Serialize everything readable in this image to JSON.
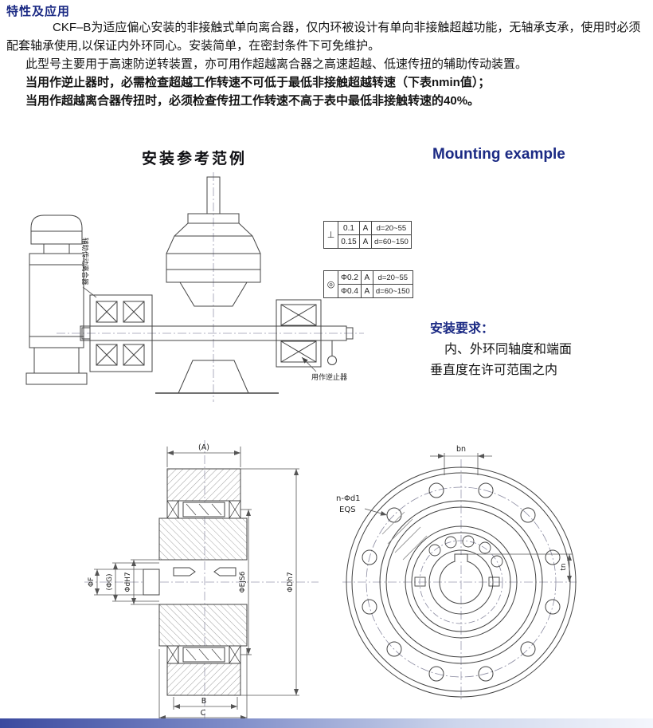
{
  "colors": {
    "accent": "#1b2a84",
    "body_text": "#141414",
    "drawing_line": "#444444",
    "footer_gradient_left": "#3b4a9f",
    "footer_gradient_right": "#f4f6fc"
  },
  "intro": {
    "title": "特性及应用",
    "paragraphs": [
      "CKF–B为适应偏心安装的非接触式单向离合器，仅内环被设计有单向非接触超越功能，无轴承支承，使用时必须配套轴承使用,以保证内外环同心。安装简单，在密封条件下可免维护。",
      "此型号主要用于高速防逆转装置，亦可用作超越离合器之高速超越、低速传扭的辅助传动装置。",
      "当用作逆止器时，必需检查超越工作转速不可低于最低非接触超越转速（下表nmin值）；",
      "当用作超越离合器传扭时，必须检查传扭工作转速不高于表中最低非接触转速的40%。"
    ]
  },
  "headings": {
    "cn": "安装参考范例",
    "en": "Mounting example"
  },
  "tolerance_frames": [
    {
      "symbol": "⊥",
      "rows": [
        {
          "value": "0.1",
          "datum": "A",
          "range": "d=20~55"
        },
        {
          "value": "0.15",
          "datum": "A",
          "range": "d=60~150"
        }
      ]
    },
    {
      "symbol": "◎",
      "rows": [
        {
          "value": "Φ0.2",
          "datum": "A",
          "range": "d=20~55"
        },
        {
          "value": "Φ0.4",
          "datum": "A",
          "range": "d=60~150"
        }
      ]
    }
  ],
  "install_requirements": {
    "title": "安装要求：",
    "line1": "内、外环同轴度和端面",
    "line2": "垂直度在许可范围之内"
  },
  "mounting_drawing": {
    "labels": {
      "aux_clutch": "辅助传动离合器",
      "backstop": "用作逆止器"
    }
  },
  "section_drawing": {
    "dims": {
      "a": "(A)",
      "f": "ΦF",
      "g": "(ΦG)",
      "d": "ΦdH7",
      "e": "ΦEJS6",
      "D": "ΦDh7",
      "b": "B",
      "c": "C"
    }
  },
  "front_drawing": {
    "dims": {
      "bn": "bn",
      "nd1": "n-Φd1",
      "eqs": "EQS",
      "tn": "tn"
    }
  }
}
